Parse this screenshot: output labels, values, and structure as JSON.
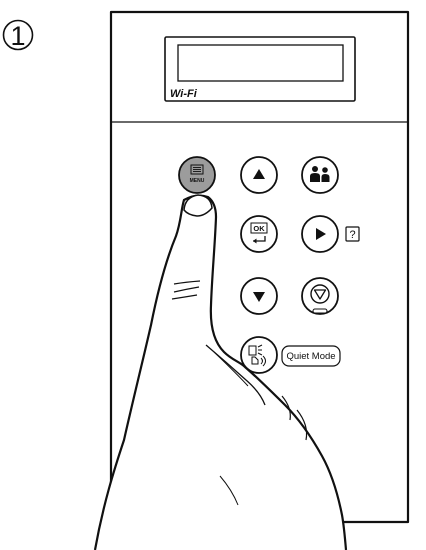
{
  "step": {
    "number": "1"
  },
  "display": {
    "wifi_label": "Wi-Fi"
  },
  "buttons": {
    "menu": {
      "label": "MENU",
      "icon": "menu-list-icon",
      "highlighted": true
    },
    "up": {
      "icon": "arrow-up-icon"
    },
    "account": {
      "icon": "users-icon"
    },
    "ok": {
      "label": "OK",
      "icon": "enter-return-icon"
    },
    "right": {
      "icon": "arrow-right-icon"
    },
    "help": {
      "label": "?"
    },
    "down": {
      "icon": "arrow-down-icon"
    },
    "stop": {
      "icon": "stop-icon"
    },
    "quiet_mode": {
      "label": "Quiet Mode",
      "icon": "quiet-mode-icon"
    }
  },
  "colors": {
    "line": "#111111",
    "menu_fill": "#9c9c9c",
    "background": "#ffffff"
  }
}
